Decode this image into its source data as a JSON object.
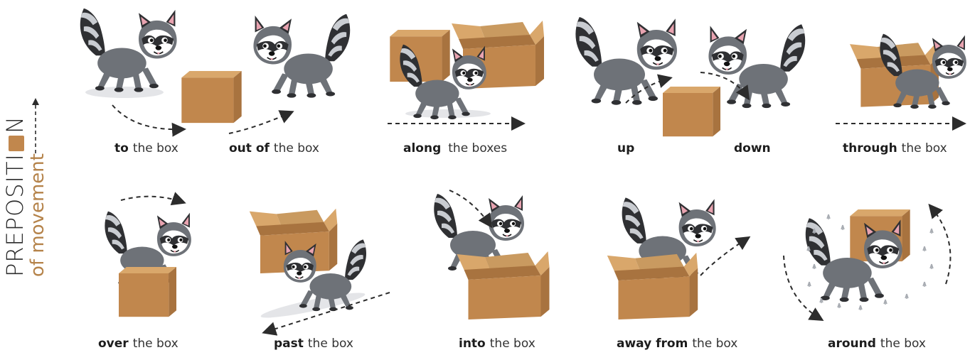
{
  "title": {
    "main": "PREPOSITI",
    "main_tail": "N",
    "sub": "of movement"
  },
  "captions": [
    {
      "keyword": "to",
      "rest": "the box"
    },
    {
      "keyword": "out of",
      "rest": "the box"
    },
    {
      "keyword": "along",
      "rest": "the boxes"
    },
    {
      "keyword": "up",
      "rest": ""
    },
    {
      "keyword": "down",
      "rest": ""
    },
    {
      "keyword": "through",
      "rest": "the box"
    },
    {
      "keyword": "over",
      "rest": "the box"
    },
    {
      "keyword": "past",
      "rest": "the box"
    },
    {
      "keyword": "into",
      "rest": "the box"
    },
    {
      "keyword": "away from",
      "rest": "the box"
    },
    {
      "keyword": "around",
      "rest": "the box"
    }
  ],
  "colors": {
    "box": "#c1874d",
    "box_dark": "#a8733f",
    "box_light": "#d9a76b",
    "raccoon_body": "#6e7278",
    "raccoon_dark": "#2f3033",
    "raccoon_light": "#c9ccd1",
    "ear_pink": "#e8a3b0",
    "accent_text": "#b5834a"
  }
}
